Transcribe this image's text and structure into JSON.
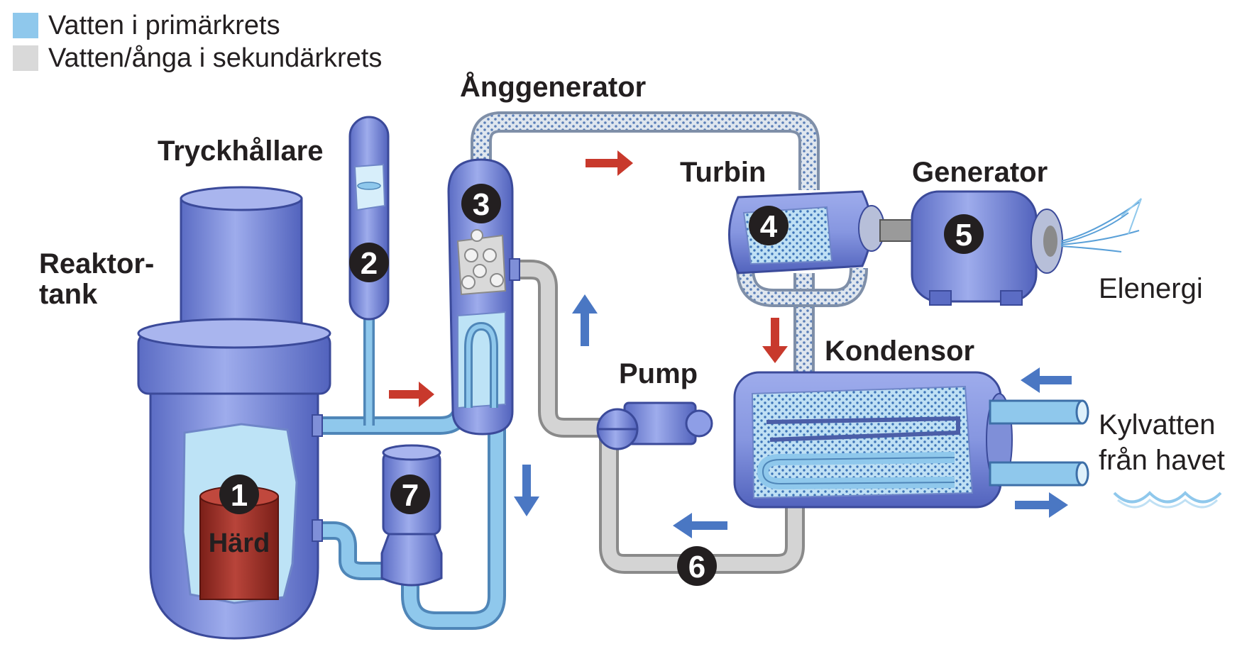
{
  "legend": {
    "primary": {
      "label": "Vatten i primärkrets",
      "color": "#8fc8ec"
    },
    "secondary": {
      "label": "Vatten/ånga i sekundärkrets",
      "color": "#d9d9d9"
    }
  },
  "labels": {
    "reactor_line1": "Reaktor-",
    "reactor_line2": "tank",
    "pressurizer": "Tryckhållare",
    "steam_generator": "Ånggenerator",
    "turbine": "Turbin",
    "generator": "Generator",
    "electricity": "Elenergi",
    "pump": "Pump",
    "condenser": "Kondensor",
    "cooling_line1": "Kylvatten",
    "cooling_line2": "från havet",
    "core": "Härd"
  },
  "markers": [
    "1",
    "2",
    "3",
    "4",
    "5",
    "6",
    "7"
  ],
  "colors": {
    "equipment": "#8e9ee6",
    "equipment_dark": "#5b6cc4",
    "primary_pipe": "#8fc8ec",
    "secondary_pipe": "#d4d4d4",
    "core": "#a8342c",
    "arrow_red": "#c8392c",
    "arrow_blue": "#4a77c3",
    "marker": "#231f20"
  }
}
